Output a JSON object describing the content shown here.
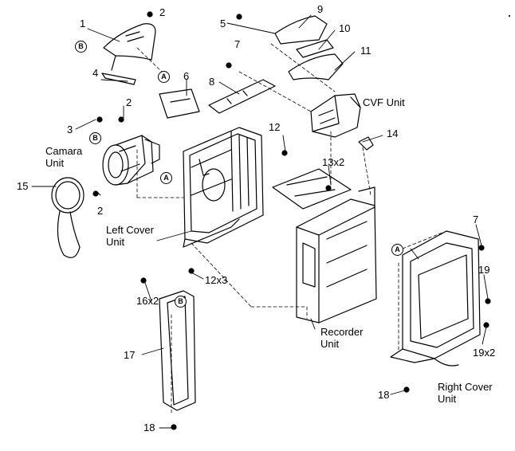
{
  "labels": {
    "p1": "1",
    "p2a": "2",
    "p2b": "2",
    "p2c": "2",
    "p3": "3",
    "p4": "4",
    "p5": "5",
    "p6": "6",
    "p7a": "7",
    "p7b": "7",
    "p8": "8",
    "p9": "9",
    "p10": "10",
    "p11": "11",
    "p12": "12",
    "p12x3": "12x3",
    "p13x2": "13x2",
    "p14": "14",
    "p15": "15",
    "p16x2": "16x2",
    "p17": "17",
    "p18a": "18",
    "p18b": "18",
    "p19": "19",
    "p19x2": "19x2"
  },
  "units": {
    "cvf": "CVF Unit",
    "camera": "Camara\nUnit",
    "left_cover": "Left Cover\nUnit",
    "recorder": "Recorder\nUnit",
    "right_cover": "Right Cover\nUnit"
  },
  "refs": {
    "a": "A",
    "b": "B"
  },
  "corner_mark": "·"
}
